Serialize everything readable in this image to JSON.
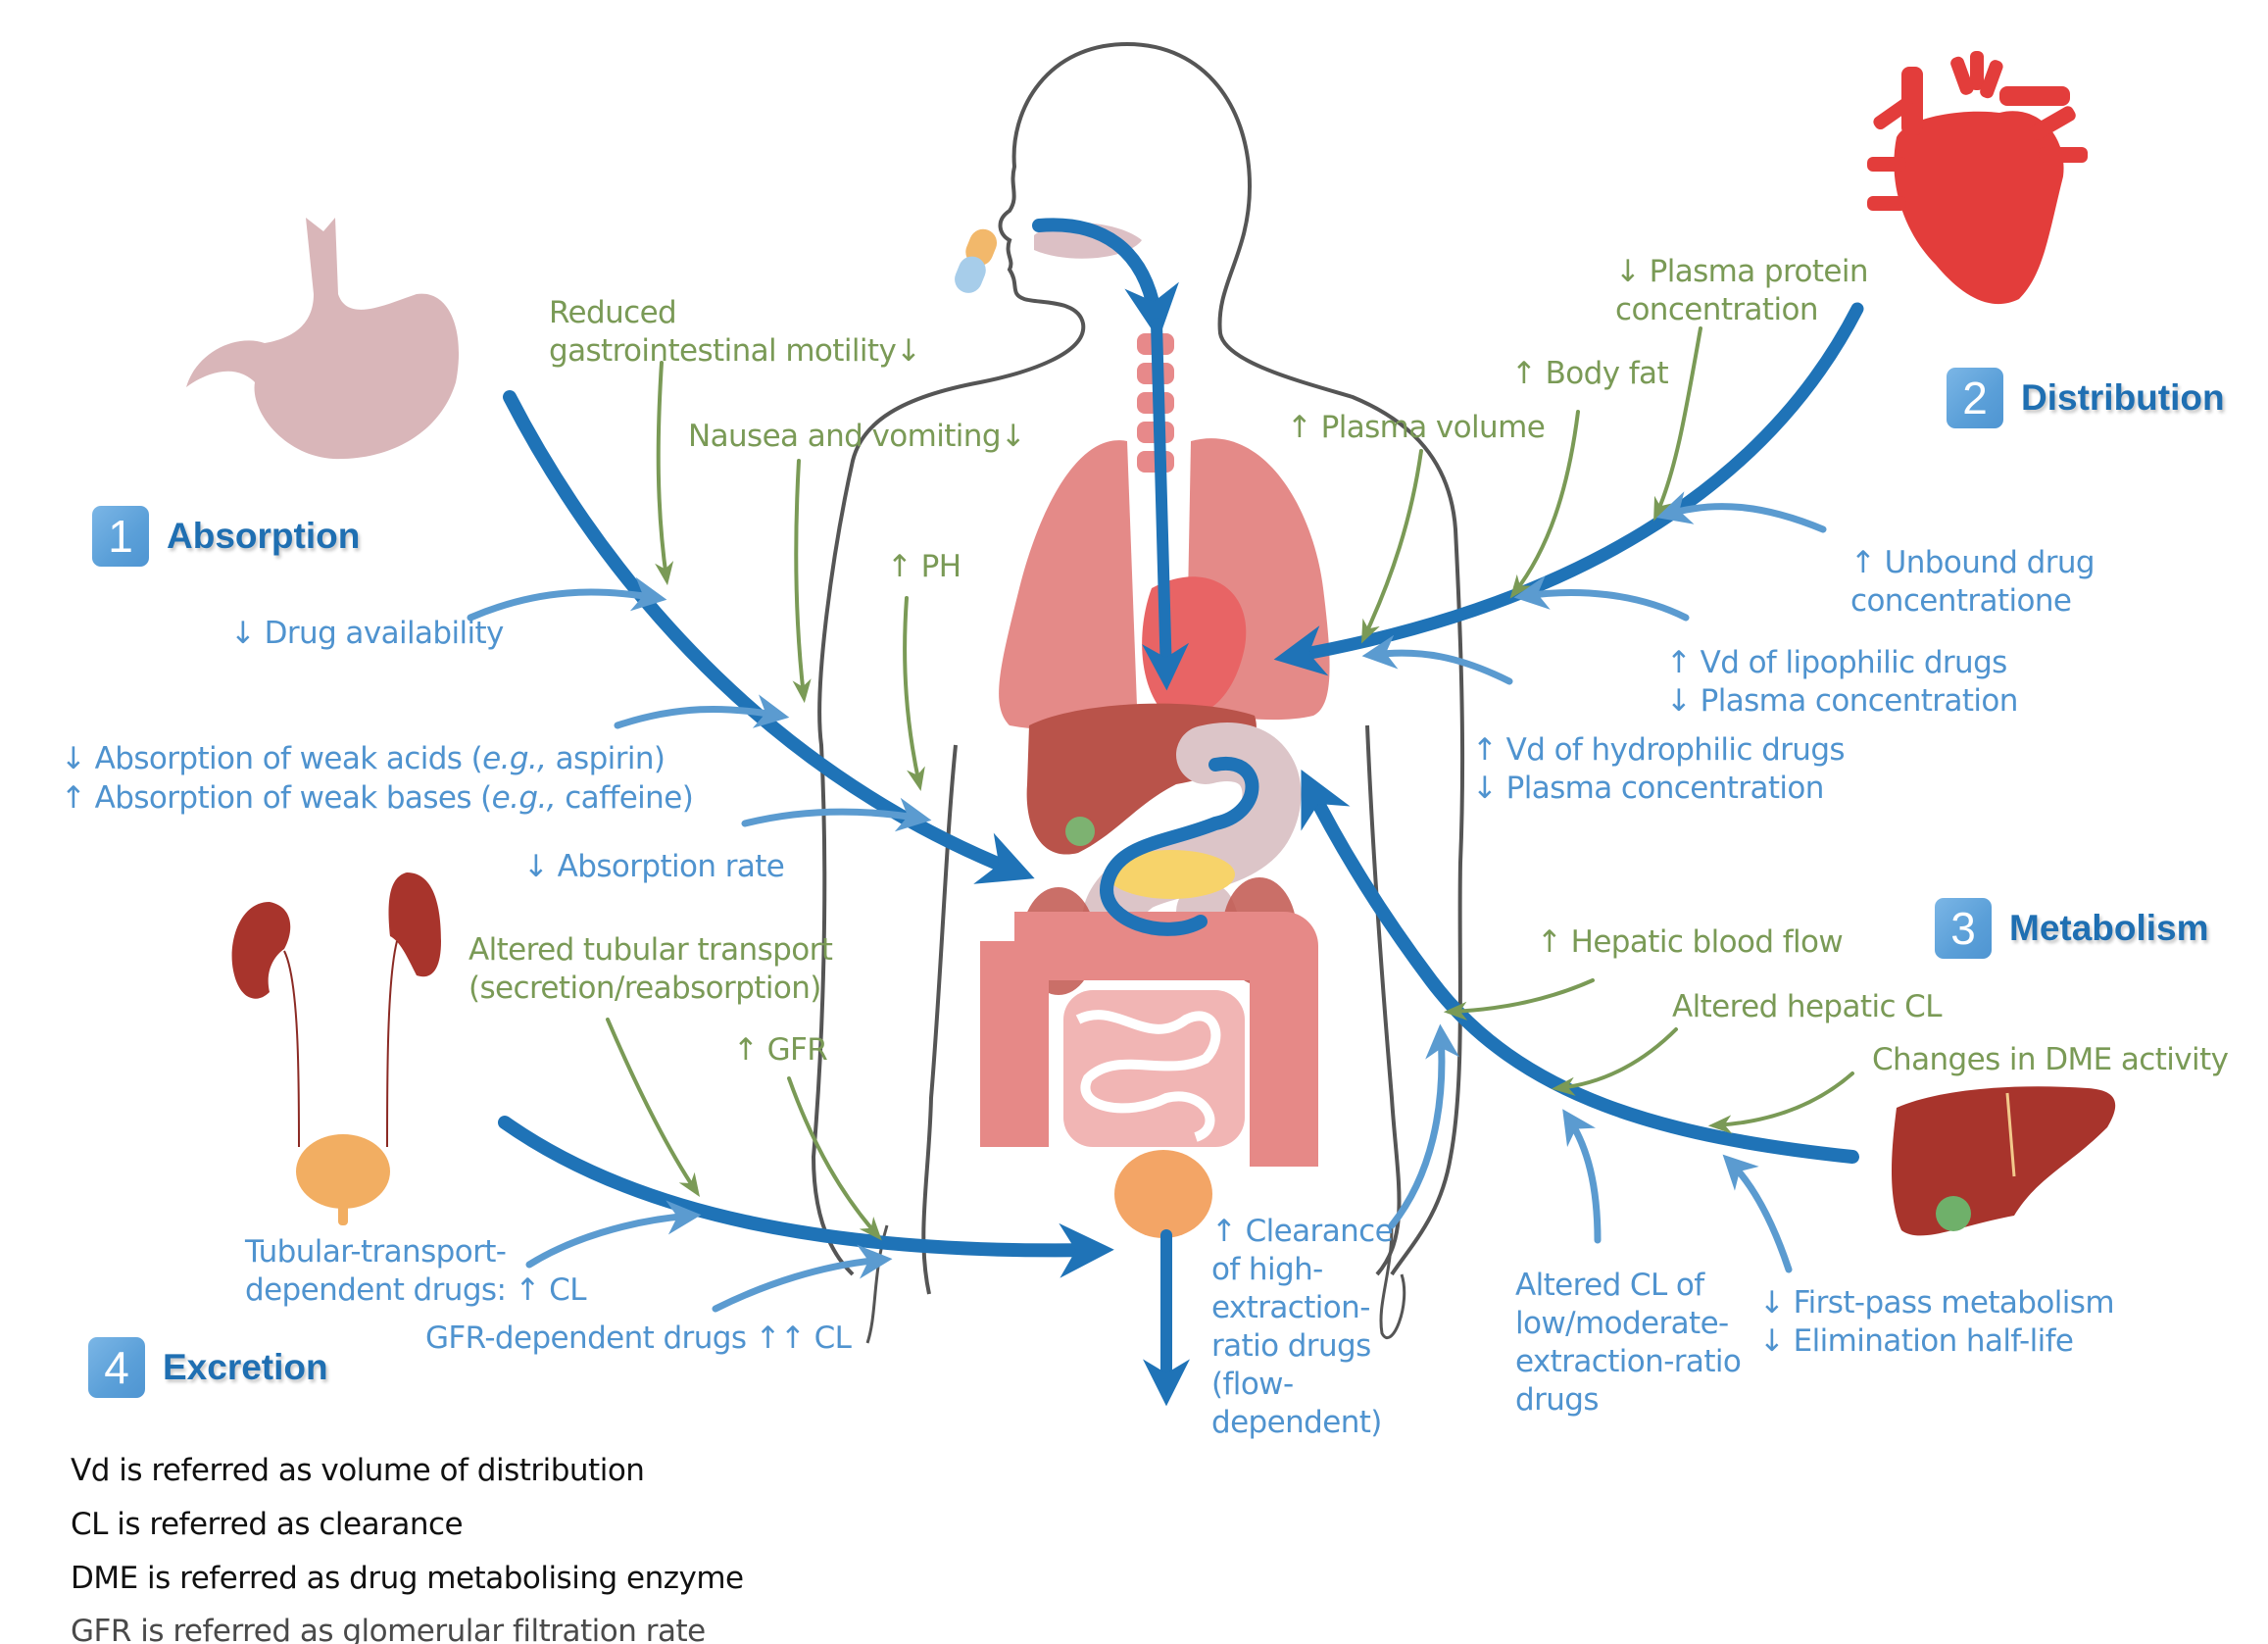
{
  "figure": {
    "title": "Pharmacokinetic changes during pregnancy",
    "colors": {
      "main_arrow": "#1f73b7",
      "blue_text": "#4f93cf",
      "green_text": "#7a9a56",
      "badge": "#5a9fd8",
      "badge_title": "#1f6fb2",
      "stomach": "#d9b6b9",
      "heart": "#e33d3b",
      "liver": "#a8342c",
      "kidney": "#a8342c",
      "bladder": "#f2ae62",
      "gallbladder": "#6fb06a",
      "body_outline": "#555555"
    },
    "icons": [
      "stomach-icon",
      "heart-icon",
      "liver-icon",
      "kidneys-bladder-icon",
      "pill-icon",
      "human-body-outline"
    ]
  },
  "sections": [
    {
      "number": "1",
      "title": "Absorption"
    },
    {
      "number": "2",
      "title": "Distribution"
    },
    {
      "number": "3",
      "title": "Metabolism"
    },
    {
      "number": "4",
      "title": "Excretion"
    }
  ],
  "absorption": {
    "factors": [
      "Reduced\ngastrointestinal motility↓",
      "Nausea and vomiting↓",
      "↑ PH"
    ],
    "effects": [
      "↓ Drug availability",
      "↓ Absorption of weak acids (",
      "e.g.,",
      " aspirin)",
      "↑ Absorption of weak bases (",
      "e.g.,",
      " caffeine)",
      "↓ Absorption rate"
    ]
  },
  "distribution": {
    "factors": [
      "↓ Plasma protein\nconcentration",
      "↑ Body fat",
      "↑ Plasma volume"
    ],
    "effects": [
      "↑ Unbound drug\nconcentratione",
      "↑ Vd of lipophilic drugs\n↓ Plasma concentration",
      "↑ Vd of hydrophilic drugs\n↓ Plasma concentration"
    ]
  },
  "metabolism": {
    "factors": [
      "↑ Hepatic blood flow",
      "Altered hepatic CL",
      "Changes in DME activity"
    ],
    "effects": [
      "↑ Clearance\nof high-\nextraction-\nratio drugs\n(flow-\ndependent)",
      "Altered CL of\nlow/moderate-\nextraction-ratio\ndrugs",
      "↓ First-pass metabolism\n↓ Elimination half-life"
    ]
  },
  "excretion": {
    "factors": [
      "Altered tubular transport\n(secretion/reabsorption)",
      "↑ GFR"
    ],
    "effects": [
      "Tubular-transport-\ndependent drugs: ↑ CL",
      "GFR-dependent drugs ↑↑ CL"
    ]
  },
  "legend": [
    "Vd is referred as volume of distribution",
    "CL is referred as clearance",
    "DME is referred as drug metabolising enzyme",
    "GFR is referred as glomerular filtration rate"
  ]
}
